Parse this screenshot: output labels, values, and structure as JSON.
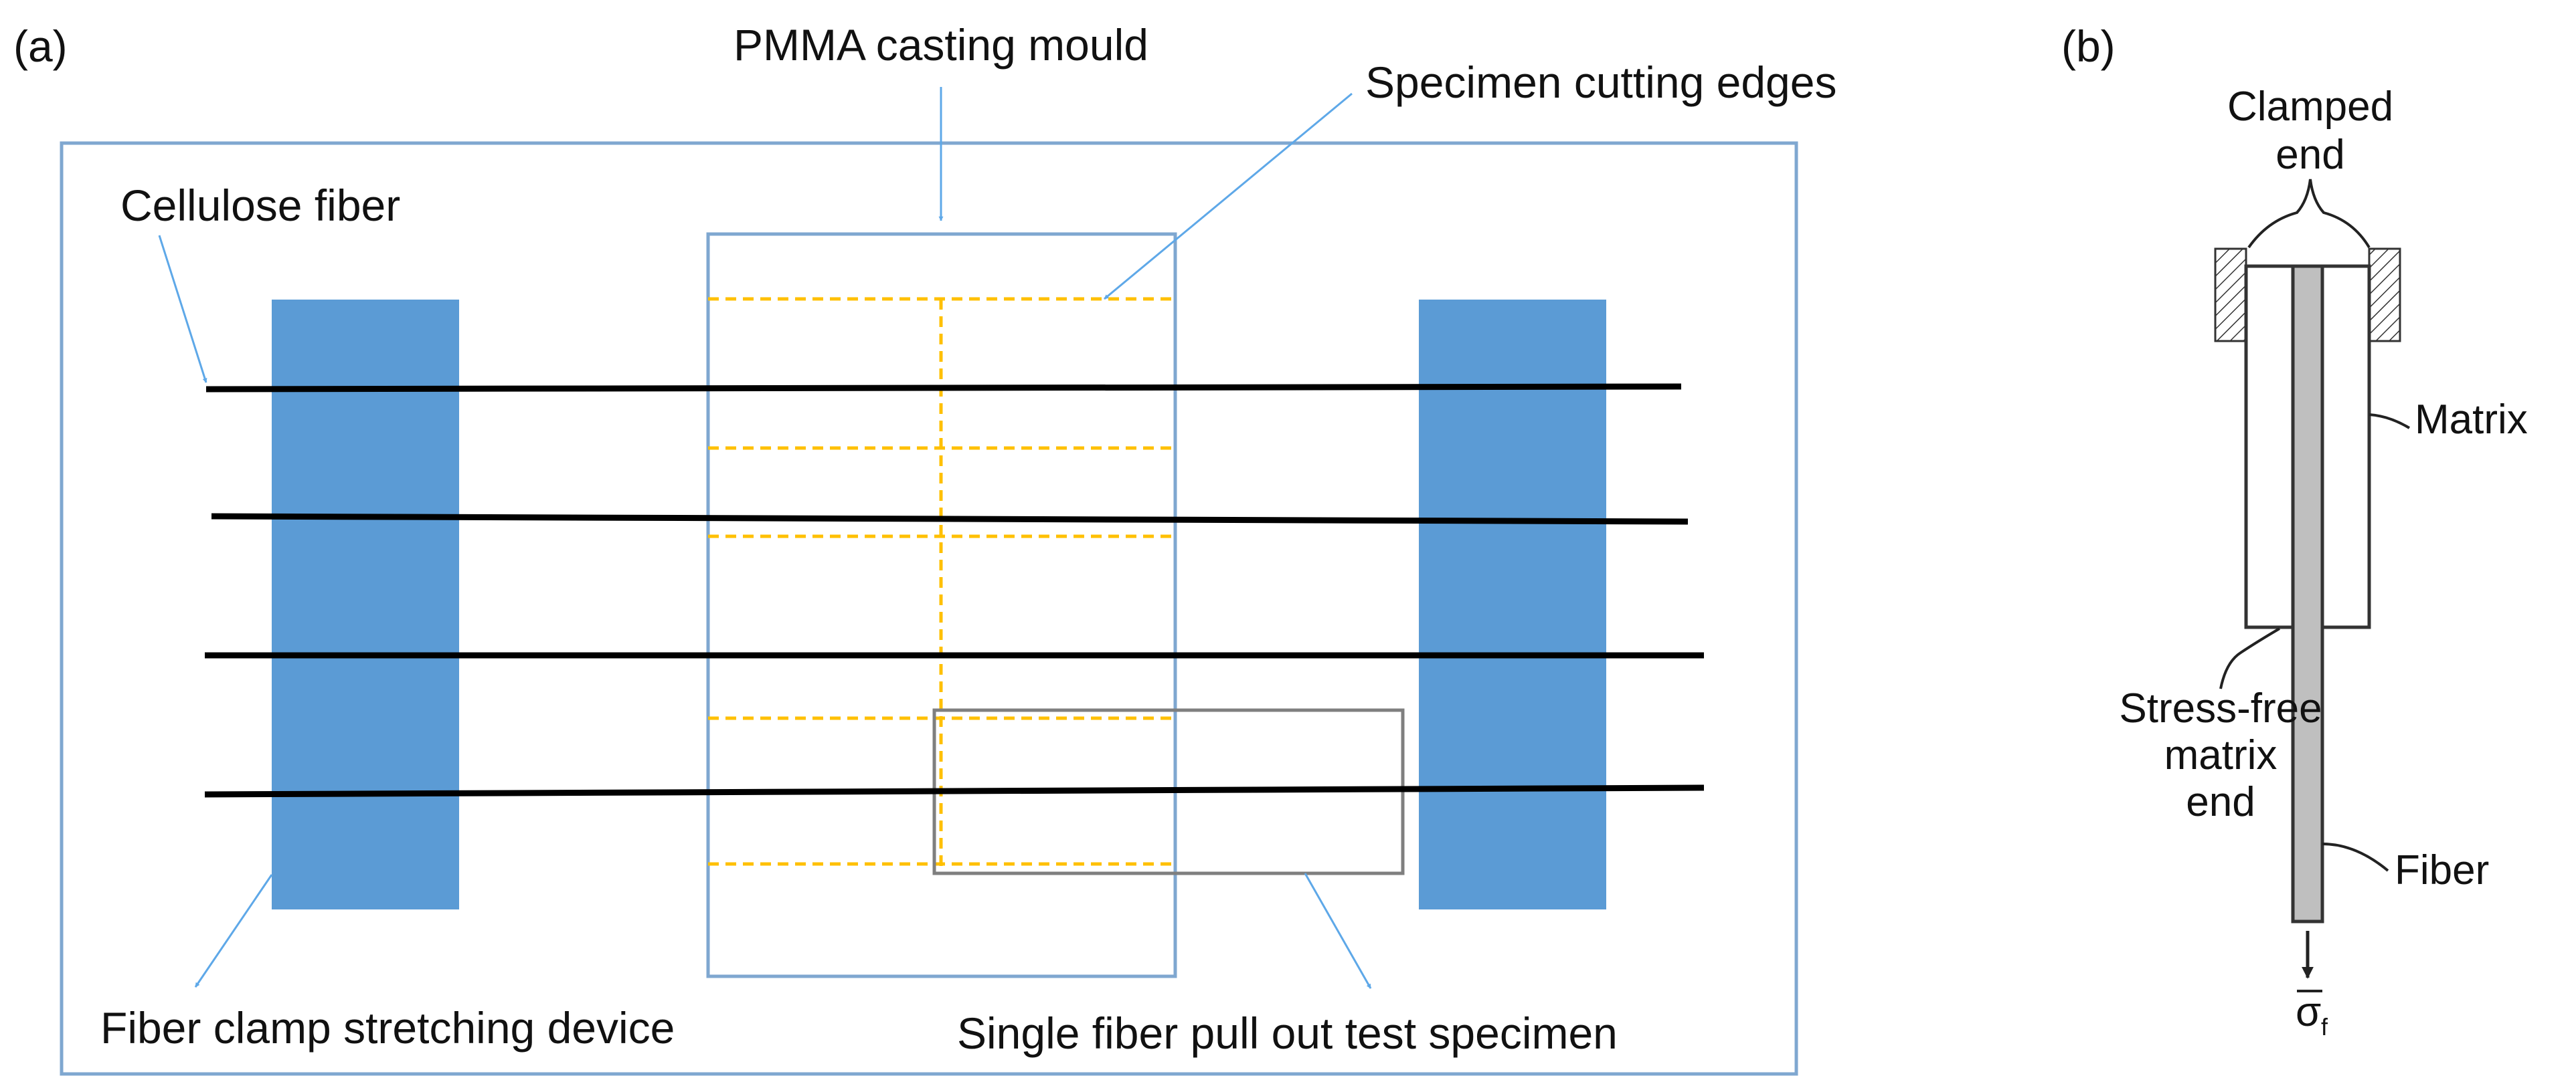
{
  "panel_a": {
    "tag": "(a)",
    "labels": {
      "mould": "PMMA casting mould",
      "cutting_edges": "Specimen cutting edges",
      "fiber": "Cellulose fiber",
      "clamp_device": "Fiber clamp stretching device",
      "specimen": "Single fiber pull out test specimen"
    }
  },
  "panel_b": {
    "tag": "(b)",
    "labels": {
      "clamped_line1": "Clamped",
      "clamped_line2": "end",
      "matrix": "Matrix",
      "stress_free_line1": "Stress-free",
      "stress_free_line2": "matrix",
      "stress_free_line3": "end",
      "fiber": "Fiber",
      "stress_symbol": "σ",
      "stress_subscript": "f"
    }
  },
  "colors": {
    "clamp_blue": "#5B9BD5",
    "border_blue": "#7FA7D0",
    "arrow_blue": "#5EA8E8",
    "cut_yellow": "#FFC000",
    "fiber_black": "#000000",
    "specimen_gray": "#7F7F7F",
    "fiber_gray": "#BFBFBF"
  }
}
